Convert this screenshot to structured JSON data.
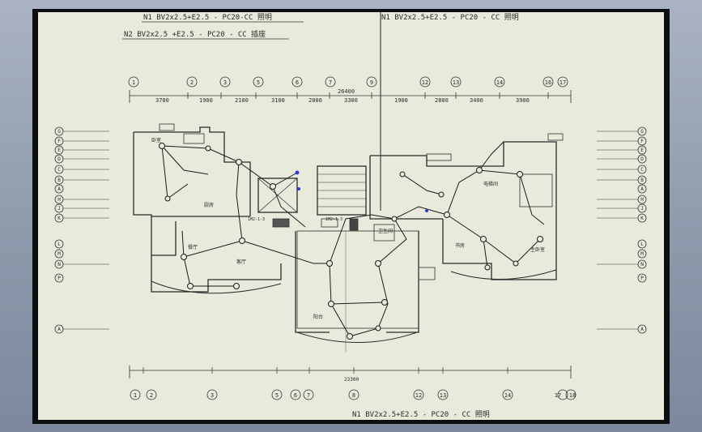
{
  "notes": {
    "top_left_1": "N1 BV2x2.5+E2.5 - PC20-CC  照明",
    "top_left_2": "N2 BV2x2.5 +E2.5 - PC20 - CC  插座",
    "top_right": "N1 BV2x2.5+E2.5 - PC20 - CC  照明",
    "bottom": "N1 BV2x2.5+E2.5 - PC20 - CC  照明"
  },
  "grid_top": [
    "1",
    "2",
    "3",
    "5",
    "6",
    "7",
    "9",
    "12",
    "13",
    "14",
    "16",
    "17"
  ],
  "dims_top": [
    "3700",
    "1900",
    "2100",
    "3100",
    "2000",
    "3300",
    "1900",
    "2800",
    "3400",
    "3900"
  ],
  "dims_top_total": "26400",
  "dims_bottom_total": "23300",
  "grid_bottom": [
    "1",
    "2",
    "3",
    "5",
    "6",
    "7",
    "8",
    "12",
    "13",
    "14",
    "17",
    "18"
  ],
  "grid_left": [
    "G",
    "F",
    "E",
    "D",
    "C",
    "B",
    "A",
    "H",
    "J",
    "K",
    "L",
    "M",
    "N",
    "P",
    "A"
  ],
  "grid_right": [
    "G",
    "F",
    "E",
    "D",
    "C",
    "B",
    "A",
    "H",
    "J",
    "K",
    "L",
    "M",
    "N",
    "P",
    "A"
  ],
  "distribution_boxes": [
    "1M2-1-3",
    "1M2-1-3"
  ],
  "room_labels": [
    "卧室",
    "客厅",
    "餐厅",
    "厨房",
    "卫生间",
    "阳台",
    "主卧室",
    "书房",
    "电梯间"
  ]
}
